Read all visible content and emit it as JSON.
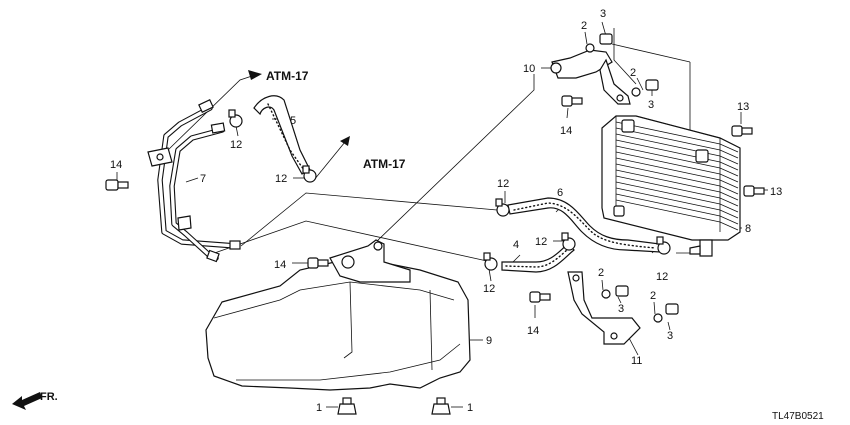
{
  "diagram": {
    "callouts": [
      {
        "id": "c1a",
        "text": "1"
      },
      {
        "id": "c1b",
        "text": "1"
      },
      {
        "id": "c2a",
        "text": "2"
      },
      {
        "id": "c2b",
        "text": "2"
      },
      {
        "id": "c2c",
        "text": "2"
      },
      {
        "id": "c2d",
        "text": "2"
      },
      {
        "id": "c3a",
        "text": "3"
      },
      {
        "id": "c3b",
        "text": "3"
      },
      {
        "id": "c3c",
        "text": "3"
      },
      {
        "id": "c3d",
        "text": "3"
      },
      {
        "id": "c4",
        "text": "4"
      },
      {
        "id": "c5",
        "text": "5"
      },
      {
        "id": "c6",
        "text": "6"
      },
      {
        "id": "c7",
        "text": "7"
      },
      {
        "id": "c8",
        "text": "8"
      },
      {
        "id": "c9",
        "text": "9"
      },
      {
        "id": "c10",
        "text": "10"
      },
      {
        "id": "c11",
        "text": "11"
      },
      {
        "id": "c12a",
        "text": "12"
      },
      {
        "id": "c12b",
        "text": "12"
      },
      {
        "id": "c12c",
        "text": "12"
      },
      {
        "id": "c12d",
        "text": "12"
      },
      {
        "id": "c12e",
        "text": "12"
      },
      {
        "id": "c12f",
        "text": "12"
      },
      {
        "id": "c13a",
        "text": "13"
      },
      {
        "id": "c13b",
        "text": "13"
      },
      {
        "id": "c14a",
        "text": "14"
      },
      {
        "id": "c14b",
        "text": "14"
      },
      {
        "id": "c14c",
        "text": "14"
      },
      {
        "id": "c14d",
        "text": "14"
      }
    ],
    "references": [
      {
        "id": "ref-top",
        "text": "ATM-17"
      },
      {
        "id": "ref-mid",
        "text": "ATM-17"
      }
    ],
    "front_label": "FR.",
    "diagram_code": "TL47B0521"
  }
}
